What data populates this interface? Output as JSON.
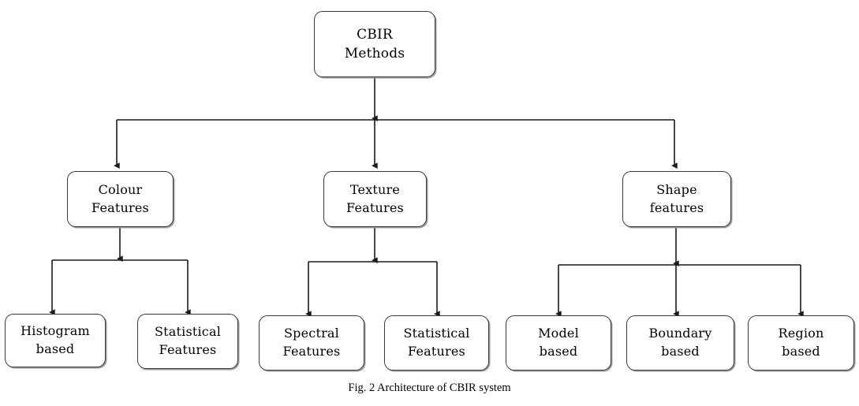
{
  "figure": {
    "caption": "Fig. 2 Architecture of CBIR system",
    "type": "tree-diagram",
    "background_color": "#ffffff",
    "line_color": "#1a1a1a",
    "box_border_color": "#3a3a3a",
    "box_fill_color": "#ffffff",
    "box_shadow_color": "#9a9a9a"
  },
  "nodes": {
    "root": {
      "label": "CBIR\nMethods",
      "name": "cbir-methods"
    },
    "level2": [
      {
        "label": "Colour\nFeatures",
        "name": "colour-features"
      },
      {
        "label": "Texture\nFeatures",
        "name": "texture-features"
      },
      {
        "label": "Shape\nfeatures",
        "name": "shape-features"
      }
    ],
    "colour_children": [
      {
        "label": "Histogram\nbased",
        "name": "histogram-based"
      },
      {
        "label": "Statistical\nFeatures",
        "name": "statistical-features-colour"
      }
    ],
    "texture_children": [
      {
        "label": "Spectral\nFeatures",
        "name": "spectral-features"
      },
      {
        "label": "Statistical\nFeatures",
        "name": "statistical-features-texture"
      }
    ],
    "shape_children": [
      {
        "label": "Model\nbased",
        "name": "model-based"
      },
      {
        "label": "Boundary\nbased",
        "name": "boundary-based"
      },
      {
        "label": "Region\nbased",
        "name": "region-based"
      }
    ]
  }
}
